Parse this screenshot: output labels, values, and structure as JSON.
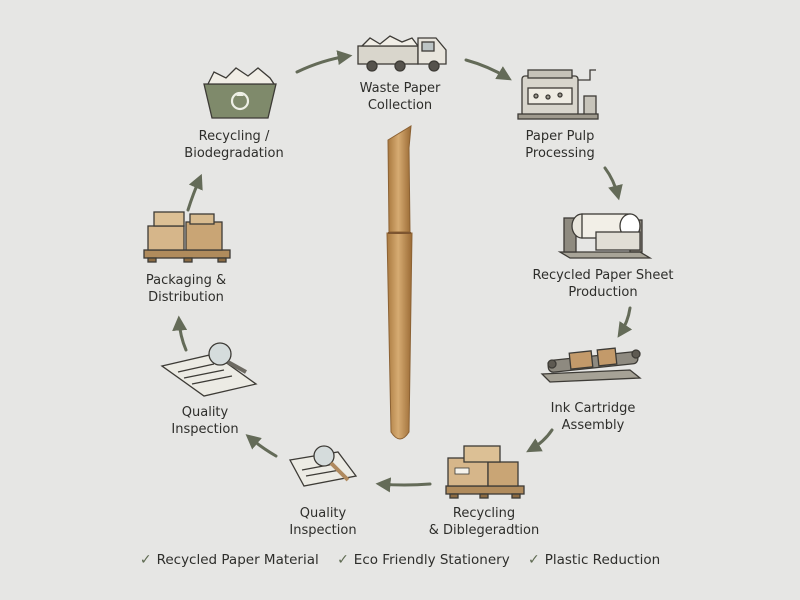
{
  "steps": [
    {
      "lines": [
        "Waste Paper",
        "Collection"
      ],
      "icon": "truck-icon"
    },
    {
      "lines": [
        "Paper Pulp",
        "Processing"
      ],
      "icon": "pulp-machine-icon"
    },
    {
      "lines": [
        "Recycled Paper Sheet",
        "Production"
      ],
      "icon": "paper-roller-icon"
    },
    {
      "lines": [
        "Ink Cartridge",
        "Assembly"
      ],
      "icon": "cartridge-assembly-icon"
    },
    {
      "lines": [
        "Recycling",
        "& Diblegeradtion"
      ],
      "icon": "pallet-boxes-icon"
    },
    {
      "lines": [
        "Quality",
        "Inspection"
      ],
      "icon": "clipboard-magnifier-icon"
    },
    {
      "lines": [
        "Quality",
        "Inspection"
      ],
      "icon": "clipboard-magnifier-icon"
    },
    {
      "lines": [
        "Packaging &",
        "Distribution"
      ],
      "icon": "pallet-boxes-icon"
    },
    {
      "lines": [
        "Recycling /",
        "Biodegradation"
      ],
      "icon": "recycle-bin-icon"
    }
  ],
  "center_icon": "paper-pen-icon",
  "features": [
    {
      "label": "Recycled Paper Material",
      "icon": "check-icon"
    },
    {
      "label": "Eco Friendly Stationery",
      "icon": "check-icon"
    },
    {
      "label": "Plastic Reduction",
      "icon": "check-icon"
    }
  ],
  "colors": {
    "background": "#e6e6e4",
    "arrow": "#646b58",
    "pen": "#c79a62",
    "text": "#2e2e2b"
  }
}
